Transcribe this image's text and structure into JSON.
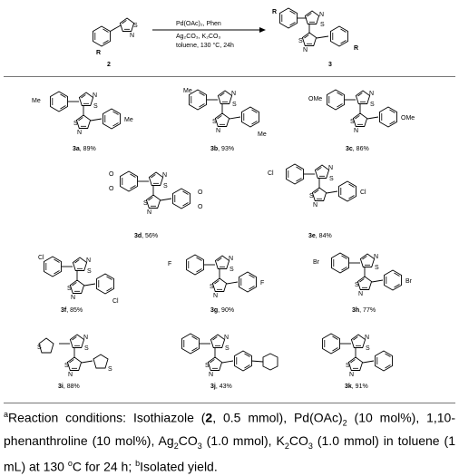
{
  "scheme": {
    "starting_material": {
      "id": "2",
      "substituent": "R",
      "atoms": [
        "S",
        "N"
      ]
    },
    "product": {
      "id": "3",
      "substituent": "R",
      "atoms": [
        "S",
        "N"
      ]
    },
    "conditions": {
      "line1": "Pd(OAc)₂, Phen",
      "line2": "Ag₂CO₃, K₂CO₃",
      "line3": "toluene, 130 °C, 24h"
    }
  },
  "products": [
    {
      "id": "3a",
      "yield": "89%",
      "subst": "Me",
      "ar": "phenyl-para"
    },
    {
      "id": "3b",
      "yield": "93%",
      "subst": "Me",
      "ar": "phenyl-meta"
    },
    {
      "id": "3c",
      "yield": "86%",
      "subst": "OMe",
      "ar": "phenyl-para"
    },
    {
      "id": "3d",
      "yield": "56%",
      "subst": "O",
      "ar": "benzodioxole"
    },
    {
      "id": "3e",
      "yield": "84%",
      "subst": "Cl",
      "ar": "phenyl-para"
    },
    {
      "id": "3f",
      "yield": "85%",
      "subst": "Cl",
      "ar": "phenyl-meta"
    },
    {
      "id": "3g",
      "yield": "90%",
      "subst": "F",
      "ar": "phenyl-para"
    },
    {
      "id": "3h",
      "yield": "77%",
      "subst": "Br",
      "ar": "phenyl-para"
    },
    {
      "id": "3i",
      "yield": "88%",
      "subst": "S",
      "ar": "thiophene"
    },
    {
      "id": "3j",
      "yield": "43%",
      "subst": "",
      "ar": "cyclohexylphenyl"
    },
    {
      "id": "3k",
      "yield": "91%",
      "subst": "",
      "ar": "phenyl"
    }
  ],
  "footnote": {
    "sup_a": "a",
    "t1": "Reaction conditions: Isothiazole (",
    "bold2": "2",
    "t2": ", 0.5 mmol), Pd(OAc)",
    "sub2a": "2",
    "t3": " (10 mol%), 1,10-phenanthroline (10 mol%), Ag",
    "sub2b": "2",
    "t4": "CO",
    "sub3a": "3",
    "t5": " (1.0 mmol), K",
    "sub2c": "2",
    "t6": "CO",
    "sub3b": "3",
    "t7": " (1.0 mmol) in toluene (1 mL) at 130 ",
    "sup_o": "o",
    "t8": "C for 24 h; ",
    "sup_b": "b",
    "t9": "Isolated yield."
  }
}
